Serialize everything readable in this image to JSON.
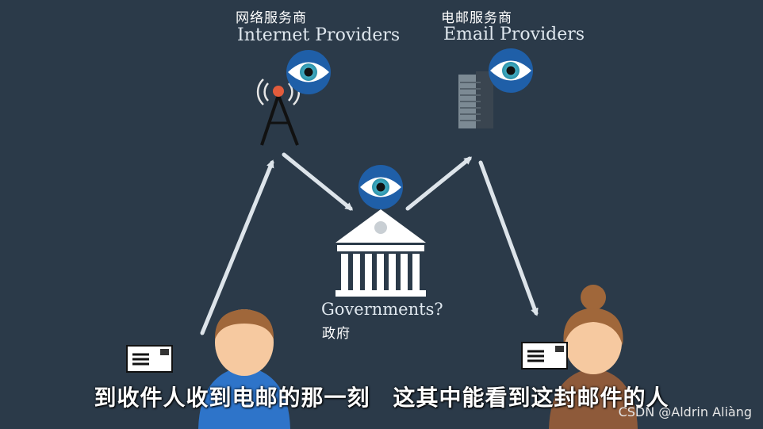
{
  "labels": {
    "isp_cn": "网络服务商",
    "isp_en": "Internet Providers",
    "email_cn": "电邮服务商",
    "email_en": "Email Providers",
    "gov_en": "Governments?",
    "gov_cn": "政府"
  },
  "subtitle": "到收件人收到电邮的那一刻　这其中能看到这封邮件的人",
  "watermark": "CSDN @Aldrin Aliàng",
  "colors": {
    "background": "#2b3a49",
    "eye_blue": "#1f5fa8",
    "arrow": "#dde4ea",
    "skin": "#f6c9a0",
    "hair": "#a0673a"
  }
}
